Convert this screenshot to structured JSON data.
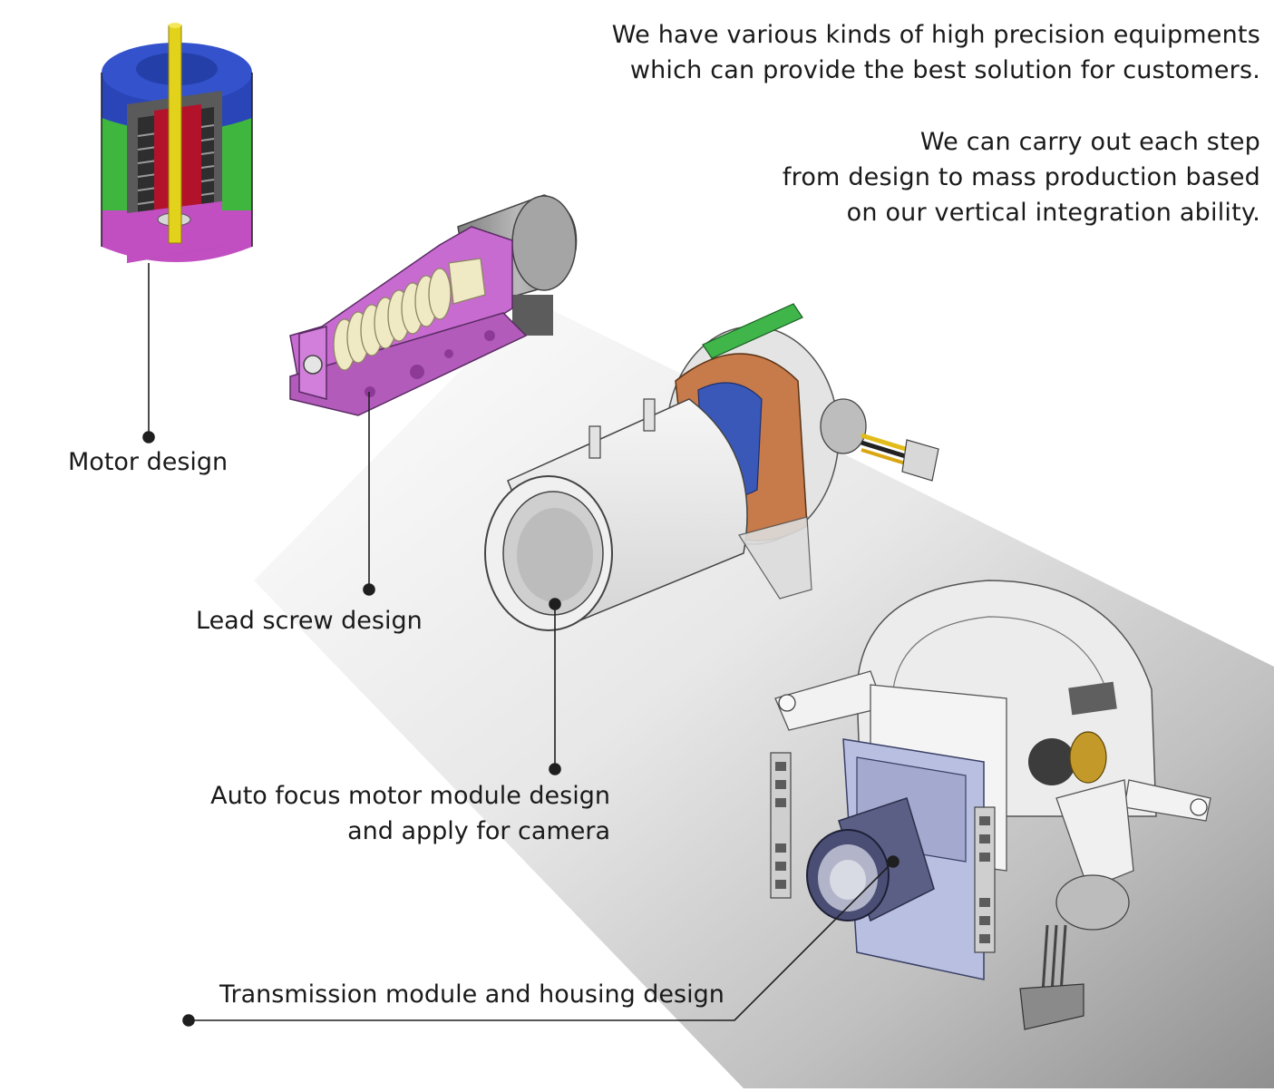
{
  "intro": {
    "line1": "We have various kinds of high precision equipments",
    "line2": "which can provide the best solution for customers.",
    "line3": "We can carry out each step",
    "line4": "from design to mass production based",
    "line5": "on our vertical integration ability."
  },
  "callouts": {
    "motor": "Motor design",
    "lead_screw": "Lead screw design",
    "auto_focus_line1": "Auto focus motor module design",
    "auto_focus_line2": "and apply for camera",
    "transmission": "Transmission module and housing design"
  },
  "colors": {
    "motor_top": "#2a45b8",
    "motor_mid": "#3fb73f",
    "motor_base": "#c24fc2",
    "motor_core": "#b3122b",
    "shaft": "#e3d21b",
    "bracket": "#c76bd0",
    "screw": "#efeac3",
    "pcb": "#3fb54a",
    "gear_copper": "#c77a4a",
    "beam": "#e4e4e4",
    "beam_dark": "#8c8c8c"
  }
}
